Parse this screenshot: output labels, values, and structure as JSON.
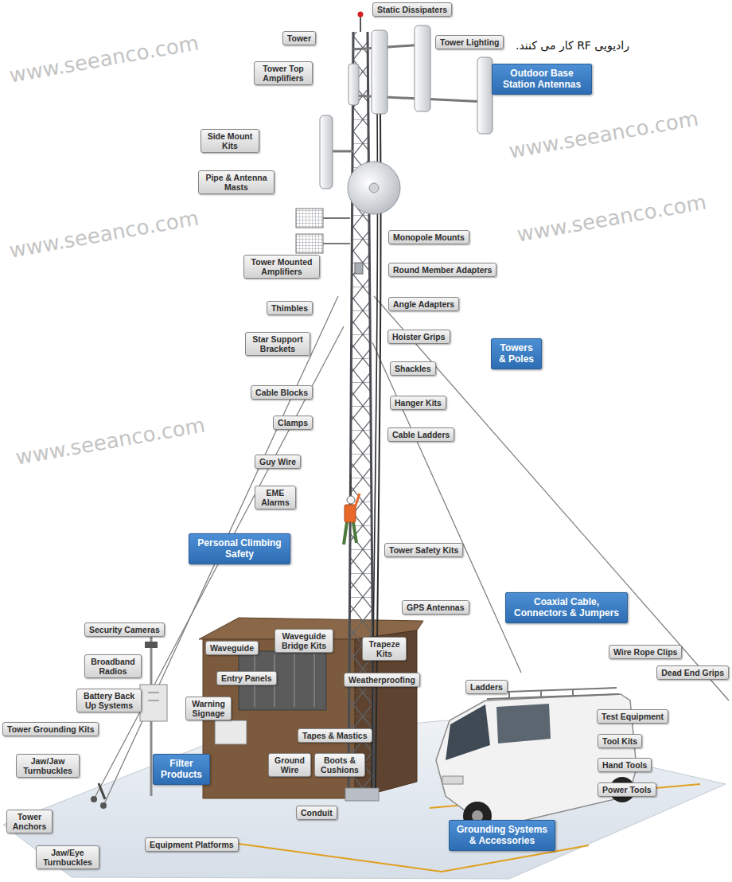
{
  "diagram": {
    "nodes": [
      {
        "text": [
          "Static Dissipaters"
        ]
      },
      {
        "text": [
          "Tower"
        ]
      },
      {
        "text": [
          "Tower Lighting"
        ]
      },
      {
        "text": [
          "Tower Top Amplifiers"
        ]
      },
      {
        "text": [
          "Outdoor Base Station Antennas"
        ]
      },
      {
        "text": [
          "Side Mount Kits"
        ]
      },
      {
        "text": [
          "Pipe & Antenna Masts"
        ]
      },
      {
        "text": [
          "Monopole Mounts"
        ]
      },
      {
        "text": [
          "Tower Mounted Amplifiers"
        ]
      },
      {
        "text": [
          "Round Member Adapters"
        ]
      },
      {
        "text": [
          "Thimbles"
        ]
      },
      {
        "text": [
          "Angle Adapters"
        ]
      },
      {
        "text": [
          "Star Support Brackets"
        ]
      },
      {
        "text": [
          "Hoister Grips"
        ]
      },
      {
        "text": [
          "Towers & Poles"
        ]
      },
      {
        "text": [
          "Shackles"
        ]
      },
      {
        "text": [
          "Cable Blocks"
        ]
      },
      {
        "text": [
          "Hanger Kits"
        ]
      },
      {
        "text": [
          "Clamps"
        ]
      },
      {
        "text": [
          "Cable Ladders"
        ]
      },
      {
        "text": [
          "Guy Wire"
        ]
      },
      {
        "text": [
          "EME Alarms"
        ]
      },
      {
        "text": [
          "Personal Climbing Safety"
        ]
      },
      {
        "text": [
          "Tower Safety Kits"
        ]
      },
      {
        "text": [
          "GPS Antennas"
        ]
      },
      {
        "text": [
          "Coaxial Cable, Connectors & Jumpers"
        ]
      },
      {
        "text": [
          "Security Cameras"
        ]
      },
      {
        "text": [
          "Waveguide"
        ]
      },
      {
        "text": [
          "Waveguide Bridge Kits"
        ]
      },
      {
        "text": [
          "Trapeze Kits"
        ]
      },
      {
        "text": [
          "Wire Rope Clips"
        ]
      },
      {
        "text": [
          "Broadband Radios"
        ]
      },
      {
        "text": [
          "Dead End Grips"
        ]
      },
      {
        "text": [
          "Entry Panels"
        ]
      },
      {
        "text": [
          "Weatherproofing"
        ]
      },
      {
        "text": [
          "Ladders"
        ]
      },
      {
        "text": [
          "Battery Back Up Systems"
        ]
      },
      {
        "text": [
          "Warning Signage"
        ]
      },
      {
        "text": [
          "Test Equipment"
        ]
      },
      {
        "text": [
          "Tower Grounding Kits"
        ]
      },
      {
        "text": [
          "Tapes & Mastics"
        ]
      },
      {
        "text": [
          "Tool Kits"
        ]
      },
      {
        "text": [
          "Jaw/Jaw Turnbuckles"
        ]
      },
      {
        "text": [
          "Filter Products"
        ]
      },
      {
        "text": [
          "Ground Wire"
        ]
      },
      {
        "text": [
          "Boots & Cushions"
        ]
      },
      {
        "text": [
          "Hand Tools"
        ]
      },
      {
        "text": [
          "Power Tools"
        ]
      },
      {
        "text": [
          "Tower Anchors"
        ]
      },
      {
        "text": [
          "Conduit"
        ]
      },
      {
        "text": [
          "Grounding Systems & Accessories"
        ]
      },
      {
        "text": [
          "Jaw/Eye Turnbuckles"
        ]
      },
      {
        "text": [
          "Equipment Platforms"
        ]
      }
    ],
    "labels": [
      "رادیویی RF کار می کنند.",
      "www.seeanco.com",
      "www.seeanco.com",
      "www.seeanco.com",
      "www.seeanco.com",
      "www.seeanco.com"
    ]
  }
}
